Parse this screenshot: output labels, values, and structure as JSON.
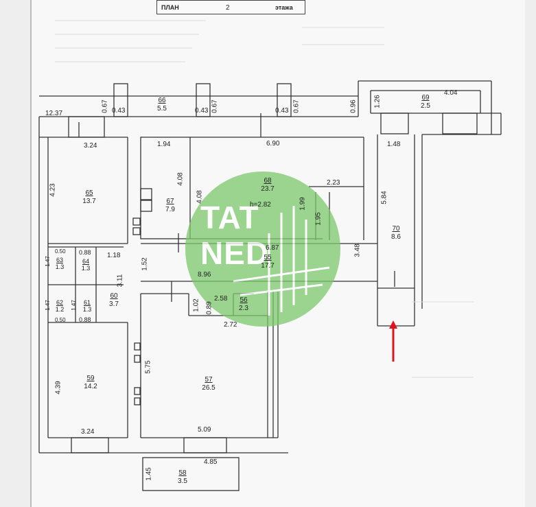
{
  "header": {
    "plan_label": "ПЛАН",
    "floor_number": "2",
    "floor_suffix": "этажа"
  },
  "rooms": [
    {
      "number": "65",
      "area": "13.7"
    },
    {
      "number": "66",
      "area": "5.5"
    },
    {
      "number": "67",
      "area": "7.9"
    },
    {
      "number": "68",
      "area": "23.7"
    },
    {
      "number": "69",
      "area": "2.5"
    },
    {
      "number": "70",
      "area": "8.6"
    },
    {
      "number": "55",
      "area": "17.7"
    },
    {
      "number": "56",
      "area": "2.3"
    },
    {
      "number": "57",
      "area": "26.5"
    },
    {
      "number": "58",
      "area": "3.5"
    },
    {
      "number": "59",
      "area": "14.2"
    },
    {
      "number": "60",
      "area": "3.7"
    },
    {
      "number": "61",
      "area": "1.3"
    },
    {
      "number": "62",
      "area": "1.2"
    },
    {
      "number": "63",
      "area": "1.3"
    },
    {
      "number": "64",
      "area": "1.3"
    }
  ],
  "ceiling_height": "h=2.82",
  "dimensions": {
    "d12_37": "12.37",
    "d0_67a": "0.67",
    "d0_43a": "0.43",
    "d0_43b": "0.43",
    "d0_67b": "0.67",
    "d0_43c": "0.43",
    "d0_67c": "0.67",
    "d0_96": "0.96",
    "d1_26": "1.26",
    "d4_04": "4.04",
    "d3_24a": "3.24",
    "d1_94": "1.94",
    "d6_90": "6.90",
    "d1_48": "1.48",
    "d4_23": "4.23",
    "d4_08a": "4.08",
    "d4_08b": "4.08",
    "d2_23": "2.23",
    "d1_99": "1.99",
    "d1_95": "1.95",
    "d5_84": "5.84",
    "d0_88a": "0.88",
    "d1_18": "1.18",
    "d1_52": "1.52",
    "d6_87": "6.87",
    "d3_48": "3.48",
    "d8_96": "8.96",
    "d3_11": "3.11",
    "d1_02": "1.02",
    "d2_58": "2.58",
    "d0_89": "0.89",
    "d0_88b": "0.88",
    "d0_50a": "0.50",
    "d0_50b": "0.50",
    "d1_47a": "1.47",
    "d1_47b": "1.47",
    "d1_47c": "1.47",
    "d2_72": "2.72",
    "d5_75": "5.75",
    "d4_39": "4.39",
    "d3_24b": "3.24",
    "d5_09": "5.09",
    "d4_85": "4.85",
    "d1_45": "1.45"
  },
  "watermark": {
    "line1": "TAT",
    "line2": "NED"
  },
  "colors": {
    "watermark": "#7bc96b",
    "arrow": "#e0141e",
    "line": "#333333"
  }
}
